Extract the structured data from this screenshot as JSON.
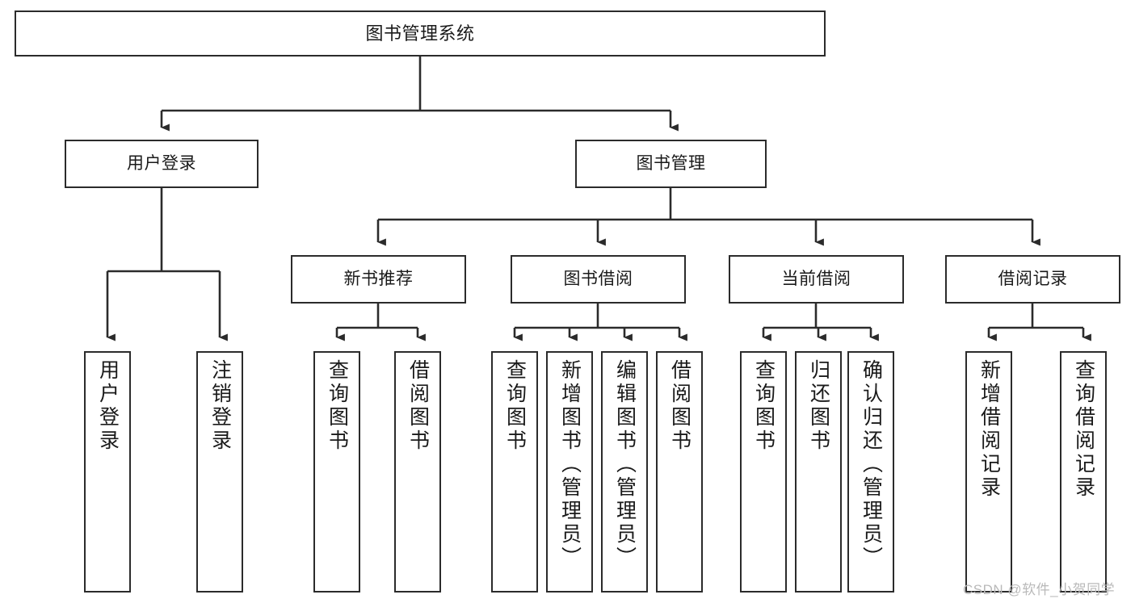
{
  "diagram": {
    "type": "tree-hierarchy-functional-decomposition",
    "title": "图书管理系统",
    "watermark": "CSDN @软件_小贺同学",
    "colors": {
      "box_border": "#2b2b2b",
      "box_fill": "#ffffff",
      "connector": "#2b2b2b",
      "text": "#1a1a1a",
      "watermark": "#b9b9b9",
      "background": "#ffffff"
    },
    "root": {
      "label": "图书管理系统"
    },
    "level1": [
      {
        "label": "用户登录"
      },
      {
        "label": "图书管理"
      }
    ],
    "level2": [
      {
        "label": "新书推荐"
      },
      {
        "label": "图书借阅"
      },
      {
        "label": "当前借阅"
      },
      {
        "label": "借阅记录"
      }
    ],
    "leaves": {
      "user_login": [
        {
          "label": "用户登录"
        },
        {
          "label": "注销登录"
        }
      ],
      "new_book_recommend": [
        {
          "label": "查询图书"
        },
        {
          "label": "借阅图书"
        }
      ],
      "book_borrow": [
        {
          "label": "查询图书"
        },
        {
          "label": "新增图书（管理员）"
        },
        {
          "label": "编辑图书（管理员）"
        },
        {
          "label": "借阅图书"
        }
      ],
      "current_borrow": [
        {
          "label": "查询图书"
        },
        {
          "label": "归还图书"
        },
        {
          "label": "确认归还（管理员）"
        }
      ],
      "borrow_record": [
        {
          "label": "新增借阅记录"
        },
        {
          "label": "查询借阅记录"
        }
      ]
    }
  }
}
